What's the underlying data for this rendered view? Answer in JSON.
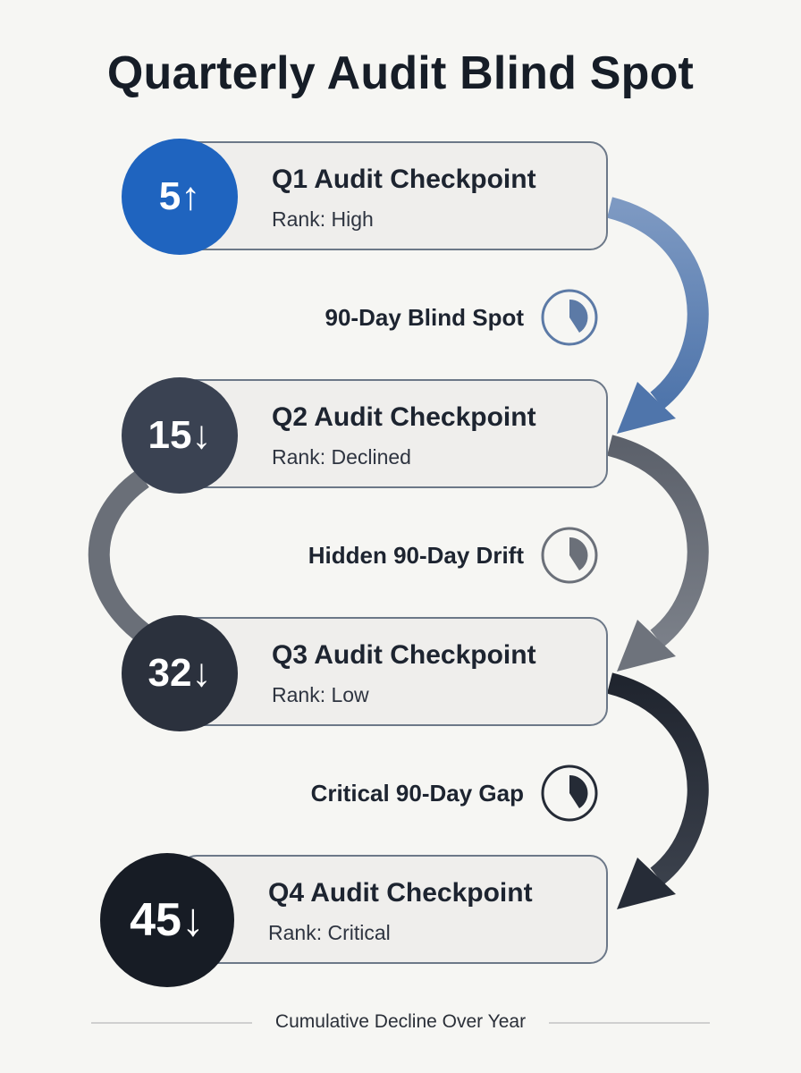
{
  "title": "Quarterly Audit Blind Spot",
  "checkpoints": [
    {
      "title": "Q1 Audit Checkpoint",
      "rank": "Rank: High",
      "badge": "5↑",
      "color": "#1f64bf"
    },
    {
      "title": "Q2 Audit Checkpoint",
      "rank": "Rank: Declined",
      "badge": "15↓",
      "color": "#3a4252"
    },
    {
      "title": "Q3 Audit Checkpoint",
      "rank": "Rank: Low",
      "badge": "32↓",
      "color": "#2b313d"
    },
    {
      "title": "Q4 Audit Checkpoint",
      "rank": "Rank: Critical",
      "badge": "45↓",
      "color": "#171c25"
    }
  ],
  "gaps": [
    {
      "label": "90-Day Blind Spot",
      "icon": "clock-icon",
      "color": "#5c7aa6"
    },
    {
      "label": "Hidden 90-Day Drift",
      "icon": "clock-icon",
      "color": "#6b7079"
    },
    {
      "label": "Critical 90-Day Gap",
      "icon": "clock-icon",
      "color": "#252b36"
    }
  ],
  "footer": "Cumulative Decline Over Year"
}
